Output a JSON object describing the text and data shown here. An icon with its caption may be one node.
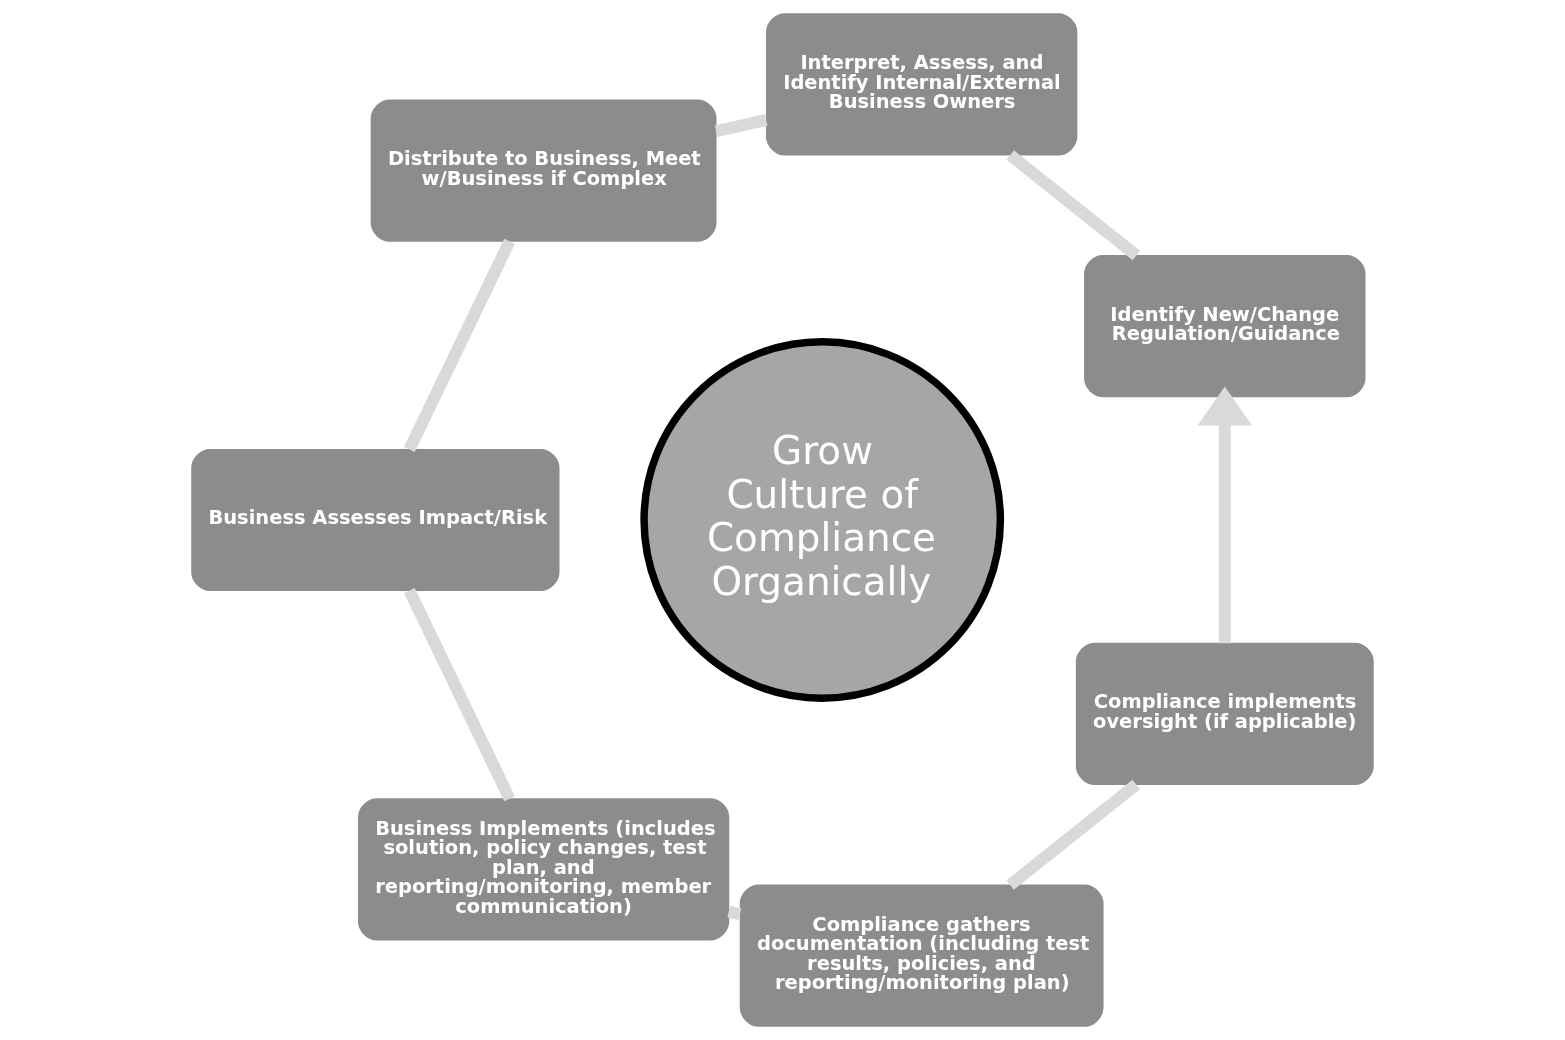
{
  "diagram": {
    "nodes": [
      {
        "text": [
          "Identify New/Change Regulation/Guidance"
        ]
      },
      {
        "text": [
          "Interpret, Assess, and Identify Internal/External Business Owners"
        ]
      },
      {
        "text": [
          "Distribute to Business, Meet w/Business if Complex"
        ]
      },
      {
        "text": [
          "Business Assesses Impact/Risk"
        ]
      },
      {
        "text": [
          "Business Implements (includes solution, policy changes, test plan, and reporting/monitoring, member communication)"
        ]
      },
      {
        "text": [
          "Compliance gathers documentation (including test results, policies, and reporting/monitoring plan)"
        ]
      },
      {
        "text": [
          "Compliance implements oversight (if applicable)"
        ]
      },
      {
        "text": [
          "Grow Culture of Compliance Organically"
        ]
      }
    ],
    "edges": [
      {
        "from": 0,
        "to": 1,
        "arrow": "none"
      },
      {
        "from": 1,
        "to": 2,
        "arrow": "none"
      },
      {
        "from": 2,
        "to": 3,
        "arrow": "none"
      },
      {
        "from": 3,
        "to": 4,
        "arrow": "none"
      },
      {
        "from": 4,
        "to": 5,
        "arrow": "none"
      },
      {
        "from": 5,
        "to": 6,
        "arrow": "none"
      },
      {
        "from": 6,
        "to": 0,
        "arrow": "to"
      }
    ]
  }
}
